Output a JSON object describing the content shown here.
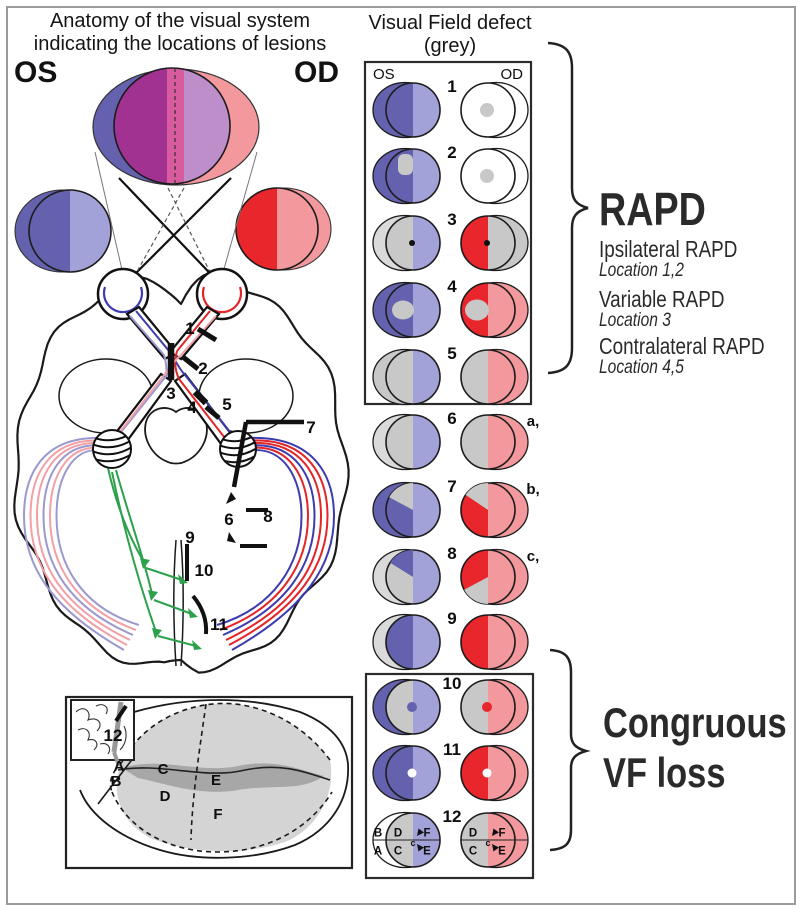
{
  "left_panel": {
    "title_line1": "Anatomy of the visual system",
    "title_line2": "indicating the locations of lesions",
    "os_label": "OS",
    "od_label": "OD",
    "lesions": [
      "1",
      "2",
      "3",
      "4",
      "5",
      "6",
      "7",
      "8",
      "9",
      "10",
      "11"
    ],
    "inset": {
      "lesion_label": "12",
      "regions": [
        "A",
        "B",
        "C",
        "D",
        "E",
        "F"
      ]
    }
  },
  "right_panel": {
    "title_line1": "Visual Field defect",
    "title_line2": "(grey)",
    "os_label": "OS",
    "od_label": "OD",
    "map_letters": {
      "outer_top": "B",
      "outer_bottom": "A",
      "inner_top": "D",
      "inner_bottom": "C",
      "center_top": "F",
      "center_bottom": "E",
      "fixation": "c"
    },
    "rows": [
      {
        "num": "1",
        "sub": "",
        "os": {
          "cres": "dk",
          "L": "dk",
          "R": "lt",
          "ov": []
        },
        "od": {
          "cres": "white",
          "L": "white",
          "R": "white",
          "ov": [
            {
              "t": "dot",
              "c": "grey",
              "r": 7
            }
          ]
        }
      },
      {
        "num": "2",
        "sub": "",
        "os": {
          "cres": "dk",
          "L": "dk",
          "R": "lt",
          "ov": [
            {
              "t": "blob-up",
              "c": "grey"
            }
          ]
        },
        "od": {
          "cres": "white",
          "L": "white",
          "R": "white",
          "ov": [
            {
              "t": "dot",
              "c": "grey",
              "r": 7
            }
          ]
        }
      },
      {
        "num": "3",
        "sub": "",
        "os": {
          "cres": "lightgrey",
          "L": "grey",
          "R": "lt",
          "ov": [
            {
              "t": "dot",
              "c": "blk",
              "r": 3
            }
          ]
        },
        "od": {
          "cres": "grey",
          "L": "red",
          "R": "grey",
          "ov": [
            {
              "t": "dot",
              "c": "blk",
              "r": 3
            }
          ]
        }
      },
      {
        "num": "4",
        "sub": "",
        "os": {
          "cres": "dk",
          "L": "dk",
          "R": "lt",
          "ov": [
            {
              "t": "blob-mid",
              "c": "grey",
              "rx": 11,
              "ry": 9.5
            }
          ]
        },
        "od": {
          "cres": "pink",
          "L": "red",
          "R": "pink",
          "ov": [
            {
              "t": "blob-mid",
              "c": "grey",
              "rx": 12,
              "ry": 10.5
            }
          ]
        }
      },
      {
        "num": "5",
        "sub": "",
        "os": {
          "cres": "grey",
          "L": "grey",
          "R": "lt",
          "ov": []
        },
        "od": {
          "cres": "pink",
          "L": "grey",
          "R": "pink",
          "ov": []
        }
      },
      {
        "num": "6",
        "sub": "a,",
        "os": {
          "cres": "lightgrey",
          "L": "grey",
          "R": "lt",
          "ov": []
        },
        "od": {
          "cres": "pink",
          "L": "grey",
          "R": "pink",
          "ov": []
        }
      },
      {
        "num": "7",
        "sub": "b,",
        "os": {
          "cres": "dk",
          "L": "dk",
          "R": "lt",
          "ov": [
            {
              "t": "wedge",
              "c": "grey",
              "a1": 0,
              "a2": 62
            }
          ]
        },
        "od": {
          "cres": "pink",
          "L": "red",
          "R": "pink",
          "ov": [
            {
              "t": "wedge",
              "c": "grey",
              "a1": 0,
              "a2": 56
            }
          ]
        }
      },
      {
        "num": "8",
        "sub": "c,",
        "os": {
          "cres": "lightgrey",
          "L": "grey",
          "R": "lt",
          "ov": [
            {
              "t": "wedge",
              "c": "dk",
              "a1": 0,
              "a2": 58
            }
          ]
        },
        "od": {
          "cres": "pink",
          "L": "red",
          "R": "pink",
          "ov": [
            {
              "t": "wedge",
              "c": "grey",
              "a1": 118,
              "a2": 180
            }
          ]
        }
      },
      {
        "num": "9",
        "sub": "",
        "os": {
          "cres": "lightgrey",
          "L": "dk",
          "R": "lt",
          "ov": []
        },
        "od": {
          "cres": "pink",
          "L": "red",
          "R": "pink",
          "ov": []
        }
      },
      {
        "num": "10",
        "sub": "",
        "os": {
          "cres": "dk",
          "L": "grey",
          "R": "lt",
          "ov": [
            {
              "t": "dot",
              "c": "dk",
              "r": 5
            }
          ]
        },
        "od": {
          "cres": "pink",
          "L": "grey",
          "R": "pink",
          "ov": [
            {
              "t": "dot",
              "c": "red",
              "r": 5
            }
          ]
        }
      },
      {
        "num": "11",
        "sub": "",
        "os": {
          "cres": "dk",
          "L": "dk",
          "R": "lt",
          "ov": [
            {
              "t": "dot",
              "c": "white",
              "r": 4.5
            }
          ]
        },
        "od": {
          "cres": "pink",
          "L": "red",
          "R": "pink",
          "ov": [
            {
              "t": "dot",
              "c": "white",
              "r": 4.5
            }
          ]
        }
      },
      {
        "num": "12",
        "sub": "",
        "os": {
          "cres": "white",
          "L": "grey",
          "R": "lt",
          "ov": [
            {
              "t": "map",
              "ba": true
            }
          ]
        },
        "od": {
          "cres": "pink",
          "L": "grey",
          "R": "pink",
          "ov": [
            {
              "t": "map",
              "ba": false
            }
          ]
        }
      }
    ]
  },
  "annotations": {
    "rapd_title": "RAPD",
    "rapd_items": [
      {
        "label": "Ipsilateral RAPD",
        "location": "Location 1,2"
      },
      {
        "label": "Variable RAPD",
        "location": "Location 3"
      },
      {
        "label": "Contralateral RAPD",
        "location": "Location 4,5"
      }
    ],
    "congruous_line1": "Congruous",
    "congruous_line2": "VF loss"
  },
  "colors": {
    "dk": "#6462ae",
    "lt": "#a3a2d8",
    "red": "#e8262b",
    "pink": "#f3989c",
    "grey": "#c8c8c8",
    "lightgrey": "#dadada",
    "white": "#ffffff",
    "blk": "#111111",
    "magenta": "#a23292",
    "stripe": "#d85b9e",
    "lilac": "#bd8ec9",
    "dkline": "#3c3cae",
    "redline": "#e32528",
    "ltline": "#9a99cf",
    "pinkline": "#f2a0a6",
    "green": "#2ca14c"
  }
}
